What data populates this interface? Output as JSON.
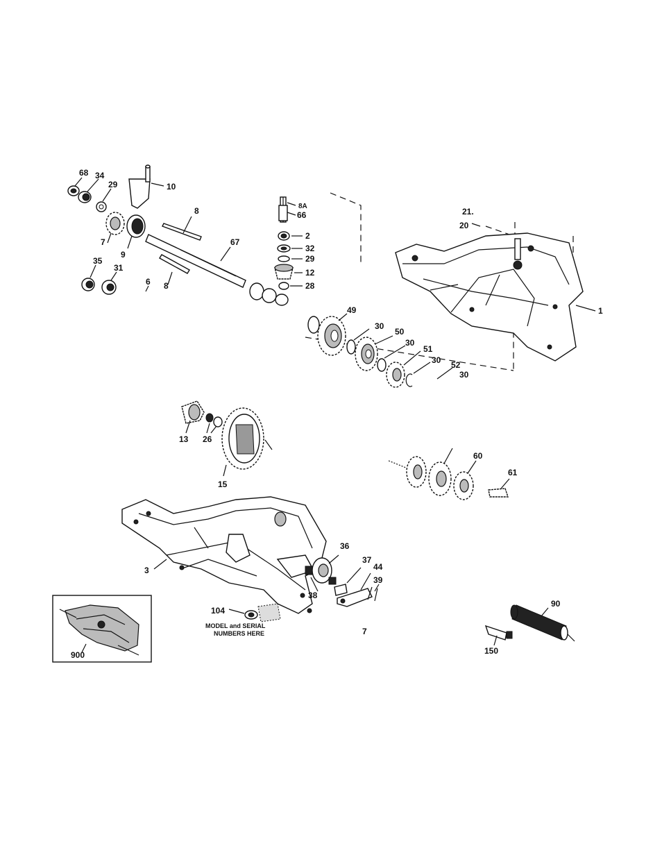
{
  "parts": [
    {
      "id": "p68",
      "text": "68"
    },
    {
      "id": "p34",
      "text": "34"
    },
    {
      "id": "p29a",
      "text": "29"
    },
    {
      "id": "p10",
      "text": "10"
    },
    {
      "id": "p7",
      "text": "7"
    },
    {
      "id": "p9",
      "text": "9"
    },
    {
      "id": "p8a",
      "text": "8"
    },
    {
      "id": "p67",
      "text": "67"
    },
    {
      "id": "p35",
      "text": "35"
    },
    {
      "id": "p31",
      "text": "31"
    },
    {
      "id": "p6",
      "text": "6"
    },
    {
      "id": "p8b",
      "text": "8"
    },
    {
      "id": "p8A",
      "text": "8A"
    },
    {
      "id": "p66",
      "text": "66"
    },
    {
      "id": "p2",
      "text": "2"
    },
    {
      "id": "p32",
      "text": "32"
    },
    {
      "id": "p29b",
      "text": "29"
    },
    {
      "id": "p12",
      "text": "12"
    },
    {
      "id": "p28",
      "text": "28"
    },
    {
      "id": "p21",
      "text": "21."
    },
    {
      "id": "p20",
      "text": "20"
    },
    {
      "id": "p1",
      "text": "1"
    },
    {
      "id": "p49",
      "text": "49"
    },
    {
      "id": "p30a",
      "text": "30"
    },
    {
      "id": "p50",
      "text": "50"
    },
    {
      "id": "p30b",
      "text": "30"
    },
    {
      "id": "p51",
      "text": "51"
    },
    {
      "id": "p30c",
      "text": "30"
    },
    {
      "id": "p52",
      "text": "52"
    },
    {
      "id": "p30d",
      "text": "30"
    },
    {
      "id": "p13",
      "text": "13"
    },
    {
      "id": "p26",
      "text": "26"
    },
    {
      "id": "p15",
      "text": "15"
    },
    {
      "id": "p60",
      "text": "60"
    },
    {
      "id": "p61",
      "text": "61"
    },
    {
      "id": "p36",
      "text": "36"
    },
    {
      "id": "p37",
      "text": "37"
    },
    {
      "id": "p44",
      "text": "44"
    },
    {
      "id": "p39",
      "text": "39"
    },
    {
      "id": "p3",
      "text": "3"
    },
    {
      "id": "p38",
      "text": "38"
    },
    {
      "id": "p104",
      "text": "104"
    },
    {
      "id": "p7b",
      "text": "7"
    },
    {
      "id": "p90",
      "text": "90"
    },
    {
      "id": "p150",
      "text": "150"
    },
    {
      "id": "p900",
      "text": "900"
    }
  ],
  "caption": {
    "line1": "MODEL and SERIAL",
    "line2": "NUMBERS HERE"
  }
}
